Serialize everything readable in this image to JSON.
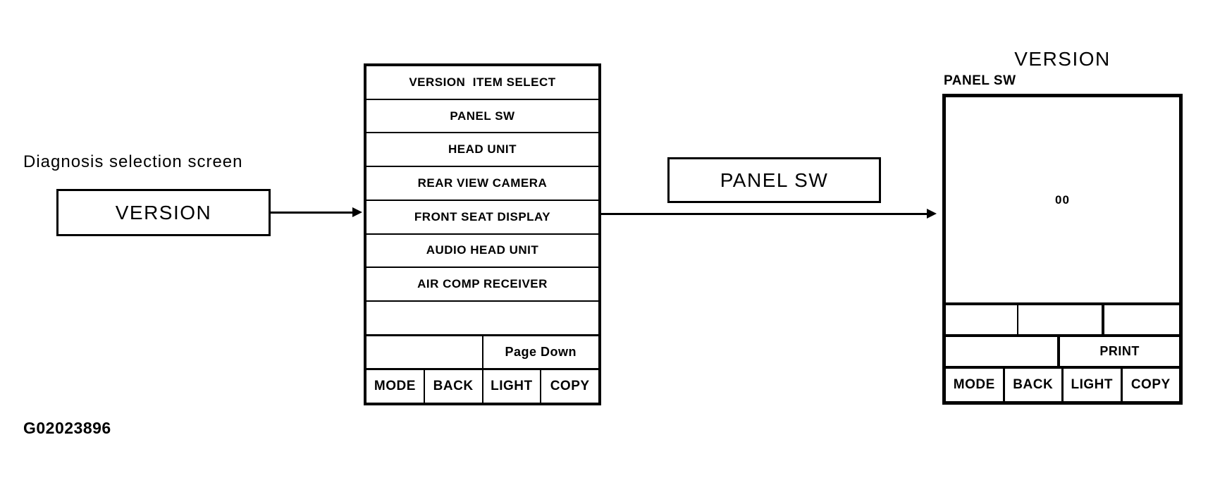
{
  "colors": {
    "ink": "#000000",
    "paper": "#ffffff"
  },
  "caption": "Diagnosis selection screen",
  "figure_id": "G02023896",
  "flow": {
    "start_box_label": "VERSION",
    "connector_box_label": "PANEL SW"
  },
  "menu_screen": {
    "header": "VERSION  ITEM SELECT",
    "items": [
      "PANEL SW",
      "HEAD UNIT",
      "REAR VIEW CAMERA",
      "FRONT SEAT DISPLAY",
      "AUDIO HEAD UNIT",
      "AIR COMP RECEIVER"
    ],
    "page_down_label": "Page Down",
    "buttons": [
      "MODE",
      "BACK",
      "LIGHT",
      "COPY"
    ]
  },
  "version_screen": {
    "title": "VERSION",
    "label": "PANEL SW",
    "value": "00",
    "print_label": "PRINT",
    "buttons": [
      "MODE",
      "BACK",
      "LIGHT",
      "COPY"
    ]
  }
}
